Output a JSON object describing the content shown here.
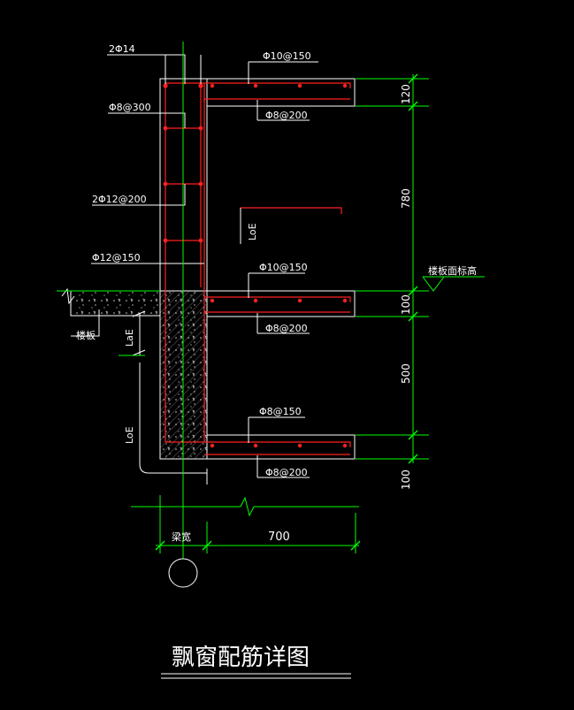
{
  "title": "飘窗配筋详图",
  "colors": {
    "background": "#000000",
    "outline": "#ffffff",
    "rebar": "#ff2020",
    "dimension": "#00ff00",
    "concrete_hatch": "#c8c8c8"
  },
  "rebar_labels": {
    "top_column": "2Φ14",
    "top_slab_main": "Φ10@150",
    "top_slab_dist": "Φ8@200",
    "column_stirrup": "Φ8@300",
    "column_bars": "2Φ12@200",
    "column_tie": "Φ12@150",
    "loe_upper": "LoE",
    "mid_slab_main": "Φ10@150",
    "mid_slab_dist": "Φ8@200",
    "floor_slab": "楼板",
    "lae": "LaE",
    "loe_lower": "LoE",
    "bottom_slab_main": "Φ8@150",
    "bottom_slab_dist": "Φ8@200"
  },
  "dimensions": {
    "vertical": [
      "120",
      "780",
      "100",
      "500",
      "100"
    ],
    "horizontal": [
      "梁宽",
      "700"
    ],
    "elevation_label": "楼板面标高"
  }
}
